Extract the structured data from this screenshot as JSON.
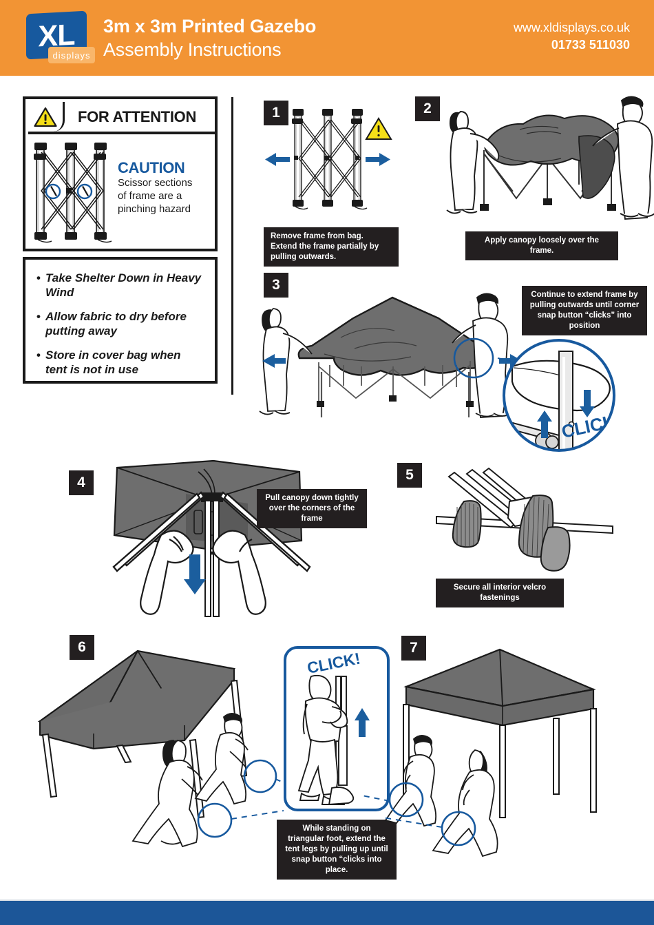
{
  "header": {
    "logo": {
      "mark": "XL",
      "sub": "displays"
    },
    "title_line1": "3m x 3m Printed Gazebo",
    "title_line2": "Assembly Instructions",
    "website": "www.xldisplays.co.uk",
    "phone": "01733 511030",
    "bg_color": "#F29434"
  },
  "attention": {
    "heading": "FOR ATTENTION",
    "warning_icon": "warning-triangle-icon",
    "caution_title": "CAUTION",
    "caution_lines": [
      "Scissor sections",
      "of frame are a",
      "pinching hazard"
    ],
    "caution_color": "#17599E"
  },
  "notices": {
    "bullets": [
      "Take Shelter Down in Heavy Wind",
      "Allow fabric to dry before putting away",
      "Store in cover bag when tent is not in use"
    ]
  },
  "steps": [
    {
      "number": "1",
      "caption": "Remove frame from bag. Extend the frame partially by pulling outwards."
    },
    {
      "number": "2",
      "caption": "Apply canopy loosely over the frame."
    },
    {
      "number": "3",
      "caption": "Continue to extend frame by pulling outwards until corner snap button “clicks” into position",
      "detail_sound": "CLICK!"
    },
    {
      "number": "4",
      "caption": "Pull canopy down tightly over the corners of the frame"
    },
    {
      "number": "5",
      "caption": "Secure all interior velcro fastenings"
    },
    {
      "number": "6",
      "caption": ""
    },
    {
      "number": "7",
      "caption": ""
    }
  ],
  "click_callout": {
    "sound": "CLICK!",
    "caption": "While standing on triangular foot, extend the tent legs by pulling up until snap button “clicks into place."
  },
  "colors": {
    "orange": "#F29434",
    "blue": "#17599E",
    "footer_blue": "#1C5698",
    "canopy_gray": "#6E6E6E",
    "dark": "#231f20",
    "yellow": "#F5DF18"
  }
}
